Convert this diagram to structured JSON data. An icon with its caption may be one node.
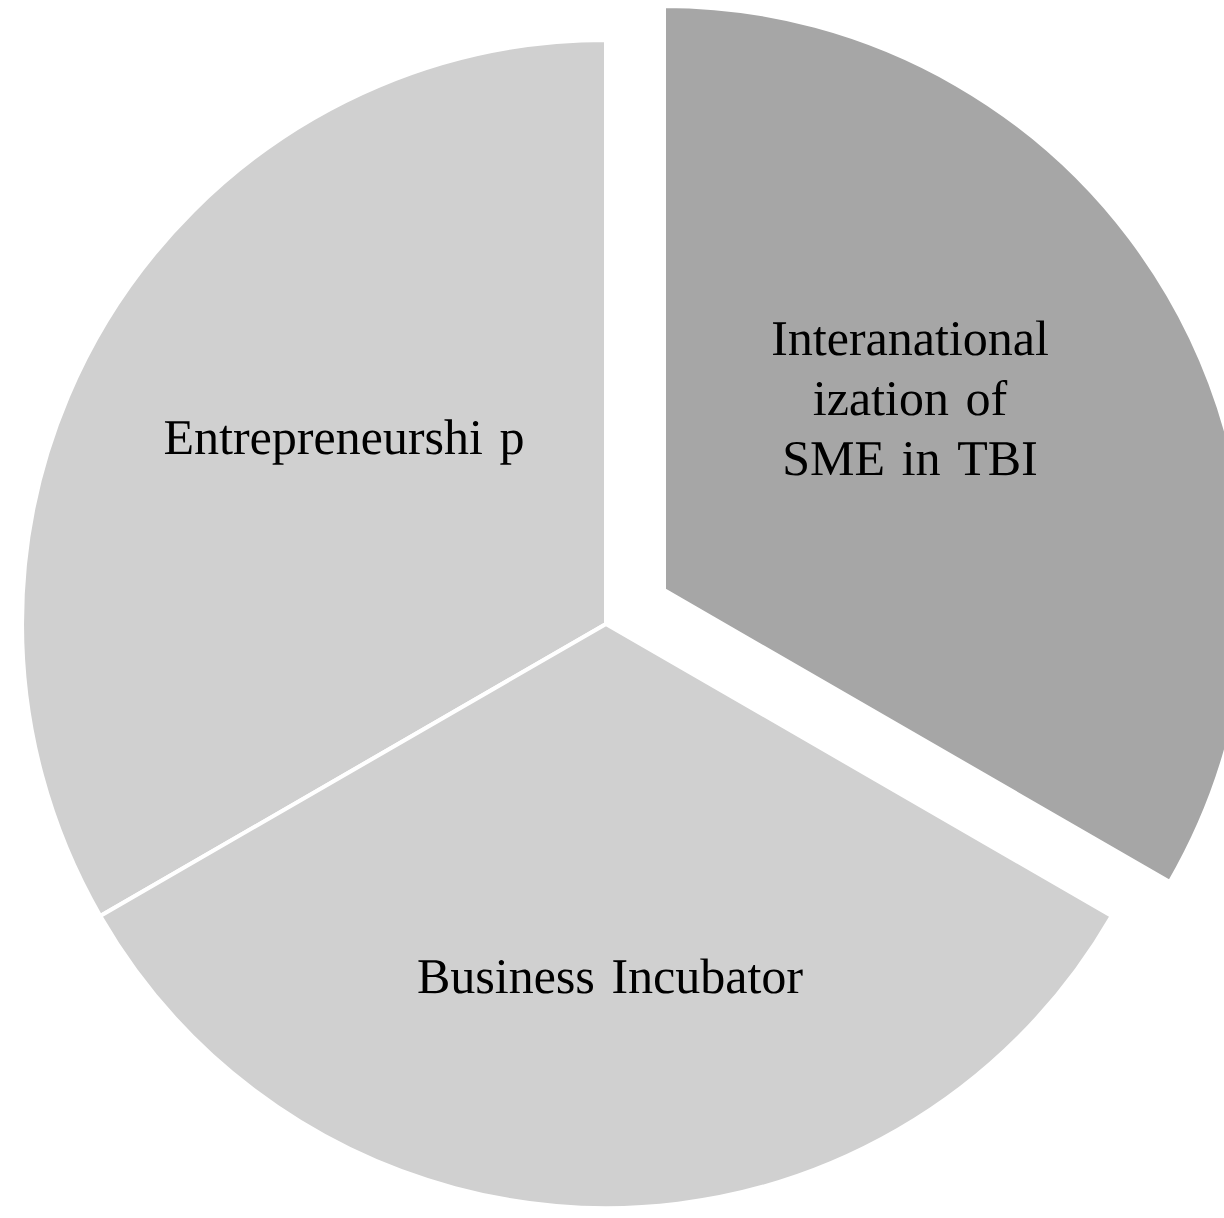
{
  "diagram": {
    "nodes": [
      {
        "text": [
          "Interanational ization of SME in TBI"
        ]
      },
      {
        "text": [
          "Entrepreneurshi p"
        ]
      },
      {
        "text": [
          "Business Incubator"
        ]
      }
    ]
  }
}
